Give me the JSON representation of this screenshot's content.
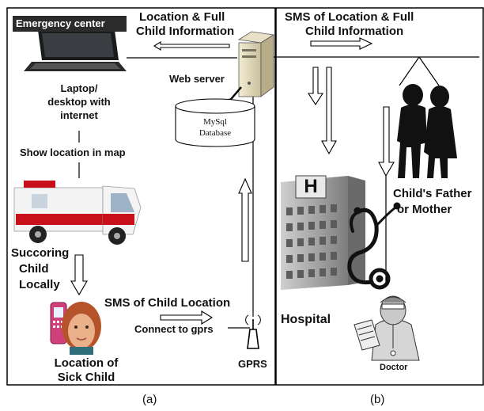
{
  "panel_a": {
    "caption": "(a)",
    "emergency_center": "Emergency center",
    "location_full_info": [
      "Location & Full",
      "Child Information"
    ],
    "web_server": "Web server",
    "database": [
      "MySql",
      "Database"
    ],
    "laptop": [
      "Laptop/",
      "desktop with",
      "internet"
    ],
    "show_location": "Show location in map",
    "succoring": [
      "Succoring",
      "Child",
      "Locally"
    ],
    "sms_child_location": "SMS of Child Location",
    "connect_gprs": "Connect to gprs",
    "sick_child": [
      "Location of",
      "Sick Child"
    ],
    "gprs": "GPRS"
  },
  "panel_b": {
    "caption": "(b)",
    "sms_location_full": [
      "SMS of Location & Full",
      "Child Information"
    ],
    "parents": [
      "Child's Father",
      "or Mother"
    ],
    "hospital_sign": "H",
    "hospital": "Hospital",
    "doctor": "Doctor"
  },
  "colors": {
    "frame": "#000000",
    "ambulance_red": "#c8101a",
    "ambulance_white": "#f4f4f4",
    "building_gray": "#9a9a9a",
    "silhouette": "#111111",
    "phone_pink": "#d0407a",
    "face_skin": "#e9b08a",
    "hair": "#b5532b"
  },
  "icons": [
    "laptop-icon",
    "server-icon",
    "database-icon",
    "ambulance-icon",
    "phone-icon",
    "child-face-icon",
    "gprs-antenna-icon",
    "hospital-icon",
    "stethoscope-icon",
    "doctor-icon",
    "parents-silhouette-icon"
  ]
}
